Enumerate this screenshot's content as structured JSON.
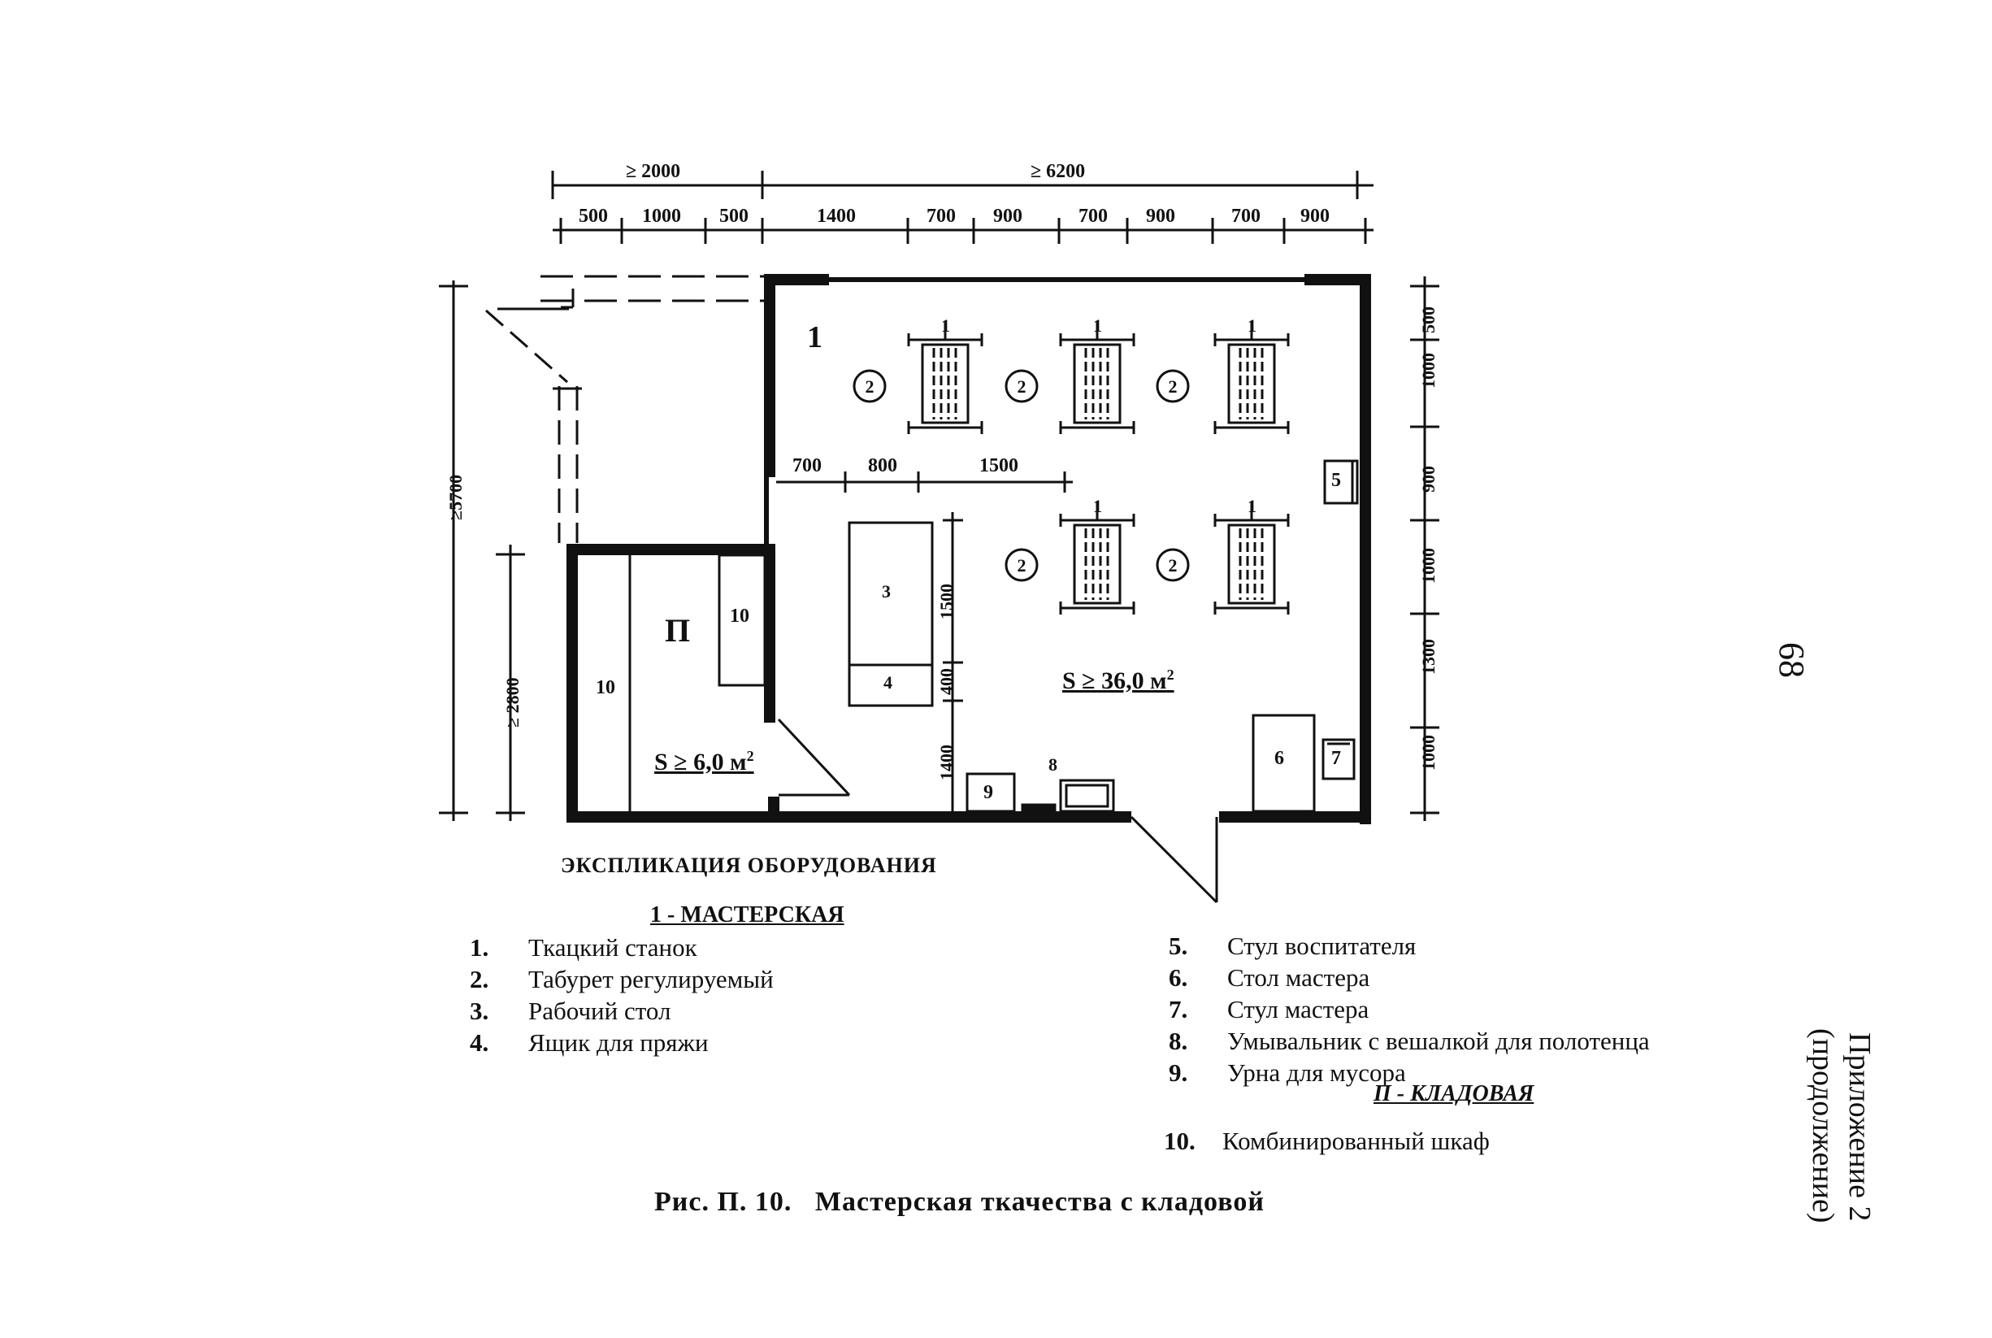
{
  "dims": {
    "top_total_left": "≥ 2000",
    "top_total_right": "≥ 6200",
    "top_segments_left": [
      "500",
      "1000",
      "500"
    ],
    "top_segments_right": [
      "1400",
      "700",
      "900",
      "700",
      "900",
      "700",
      "900"
    ],
    "left_total": "≥5700",
    "left_storeroom": "≥ 2800",
    "right_segments": [
      "500",
      "1000",
      "900",
      "1000",
      "1300",
      "1000"
    ],
    "inner_row": [
      "700",
      "800",
      "1500"
    ],
    "table_dims": [
      "1500",
      "400",
      "1400"
    ]
  },
  "plan_labels": {
    "room_1": "1",
    "room_store": "П",
    "loom": "1",
    "stool": "2",
    "table": "3",
    "yarn_box": "4",
    "teacher_chair": "5",
    "master_table": "6",
    "master_chair": "7",
    "washbasin": "8",
    "bin": "9",
    "cabinet": "10",
    "area_main": "S ≥ 36,0 м",
    "area_store": "S ≥ 6,0 м",
    "area_sup": "2"
  },
  "legend": {
    "title": "ЭКСПЛИКАЦИЯ ОБОРУДОВАНИЯ",
    "section_1": "1 - МАСТЕРСКАЯ",
    "section_2": "П - КЛАДОВАЯ",
    "items": [
      {
        "num": "1.",
        "text": "Ткацкий станок"
      },
      {
        "num": "2.",
        "text": "Табурет регулируемый"
      },
      {
        "num": "3.",
        "text": "Рабочий стол"
      },
      {
        "num": "4.",
        "text": "Ящик для пряжи"
      },
      {
        "num": "5.",
        "text": "Стул воспитателя"
      },
      {
        "num": "6.",
        "text": "Стол мастера"
      },
      {
        "num": "7.",
        "text": "Стул мастера"
      },
      {
        "num": "8.",
        "text": "Умывальник с вешалкой для полотенца"
      },
      {
        "num": "9.",
        "text": "Урна для мусора"
      },
      {
        "num": "10.",
        "text": "Комбинированный шкаф"
      }
    ]
  },
  "caption": "Рис. П. 10.   Мастерская ткачества с кладовой",
  "page_number": "68",
  "appendix_line1": "Приложение 2",
  "appendix_line2": "(продолжение)"
}
